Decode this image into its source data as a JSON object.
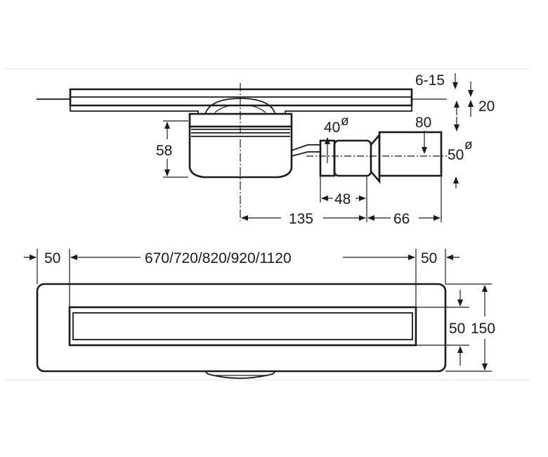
{
  "side_view": {
    "dim_depth_range": "6-15",
    "dim_frame_height": "20",
    "dim_outlet_diameter_left": "40",
    "dim_outlet_diameter_right": "50",
    "dim_outlet_height": "80",
    "dim_trap_height": "58",
    "dim_pipe_length": "48",
    "dim_trap_to_pipe": "135",
    "dim_pipe_extension": "66",
    "diameter_symbol": "ø"
  },
  "top_view": {
    "dim_left_margin": "50",
    "dim_lengths": "670/720/820/920/1120",
    "dim_right_margin": "50",
    "dim_slot_width": "50",
    "dim_total_width": "150"
  }
}
